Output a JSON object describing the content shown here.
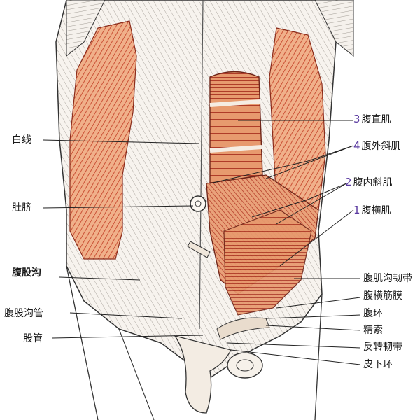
{
  "labels": {
    "linea_alba": "白线",
    "navel": "肚脐",
    "inguinal_groove": "腹股沟",
    "inguinal_canal": "腹股沟管",
    "femoral_canal": "股管",
    "rectus": {
      "num": "3",
      "text": "腹直肌"
    },
    "external_oblique": {
      "num": "4",
      "text": "腹外斜肌"
    },
    "internal_oblique": {
      "num": "2",
      "text": "腹内斜肌"
    },
    "transversus": {
      "num": "1",
      "text": "腹横肌"
    },
    "inguinal_ligament": "腹肌沟韧带",
    "transversalis_fascia": "腹横筋膜",
    "deep_ring": "腹环",
    "spermatic_cord": "精索",
    "reflected_ligament": "反转韧带",
    "superficial_ring": "皮下环"
  },
  "colors": {
    "muscle": "#c0392b",
    "muscle_light": "#e8a07a",
    "muscle_fill": "#f1b48c",
    "ink": "#222222",
    "number": "#5a3aa0"
  }
}
